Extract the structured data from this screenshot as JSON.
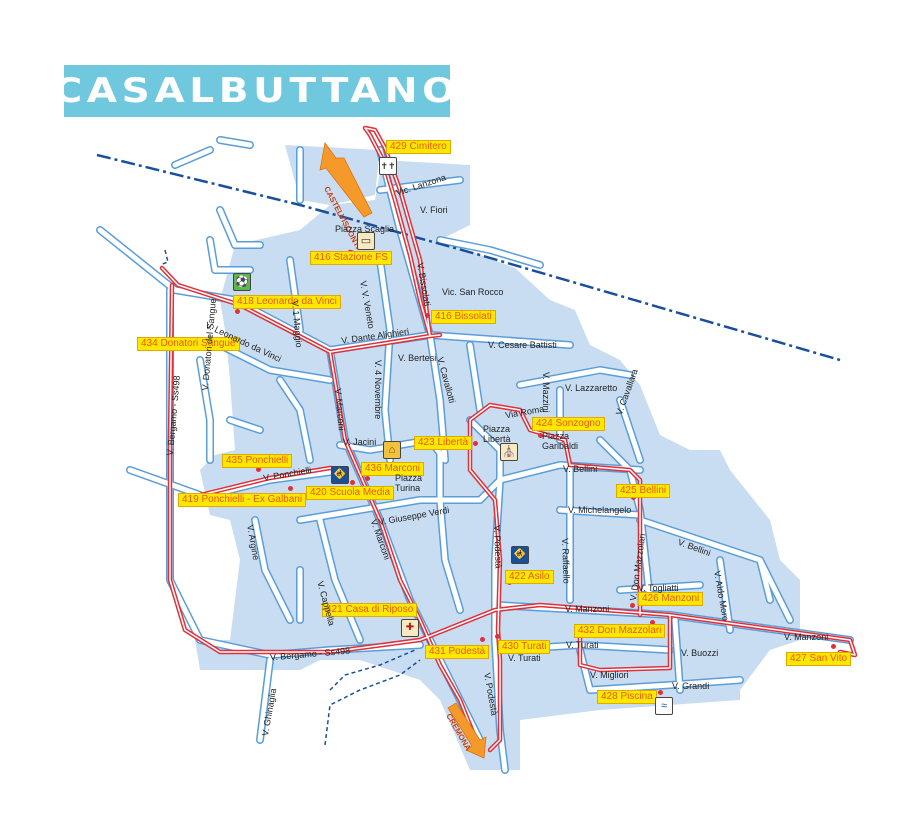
{
  "title": "CASALBUTTANO",
  "stops": [
    {
      "id": "s429",
      "label": "429 Cimitero"
    },
    {
      "id": "s416a",
      "label": "416 Stazione FS"
    },
    {
      "id": "s418",
      "label": "418 Leonardo da Vinci"
    },
    {
      "id": "s416b",
      "label": "416 Bissolati"
    },
    {
      "id": "s434",
      "label": "434 Donatori Sangue"
    },
    {
      "id": "s424",
      "label": "424 Sonzogno"
    },
    {
      "id": "s423",
      "label": "423 Libertà"
    },
    {
      "id": "s435",
      "label": "435 Ponchielli"
    },
    {
      "id": "s436",
      "label": "436 Marconi"
    },
    {
      "id": "s420",
      "label": "420 Scuola Media"
    },
    {
      "id": "s419",
      "label": "419 Ponchielli - Ex Galbani"
    },
    {
      "id": "s425",
      "label": "425 Bellini"
    },
    {
      "id": "s422",
      "label": "422 Asilo"
    },
    {
      "id": "s426",
      "label": "426 Manzoni"
    },
    {
      "id": "s421",
      "label": "421 Casa di Riposo"
    },
    {
      "id": "s432",
      "label": "432 Don Mazzolari"
    },
    {
      "id": "s430",
      "label": "430 Turati"
    },
    {
      "id": "s431",
      "label": "431 Podestà"
    },
    {
      "id": "s427",
      "label": "427 San Vito"
    },
    {
      "id": "s428",
      "label": "428 Piscina"
    }
  ],
  "streets": [
    {
      "id": "lanzona",
      "label": "Vic. Lanzona"
    },
    {
      "id": "fiori",
      "label": "V. Fiori"
    },
    {
      "id": "scaglia",
      "label": "Piazza Scaglia"
    },
    {
      "id": "sanrocco",
      "label": "Vic. San Rocco"
    },
    {
      "id": "vveneto",
      "label": "V. V. Veneto"
    },
    {
      "id": "bissolati",
      "label": "V. Bissolati"
    },
    {
      "id": "maggio",
      "label": "V. 1 Maggio"
    },
    {
      "id": "davinci",
      "label": "V. Leonardo da Vinci"
    },
    {
      "id": "dante",
      "label": "V. Dante Alighieri"
    },
    {
      "id": "battisti",
      "label": "V. Cesare Battisti"
    },
    {
      "id": "bertesi",
      "label": "V. Bertesi"
    },
    {
      "id": "novembre",
      "label": "V. 4 Novembre"
    },
    {
      "id": "cavallotti",
      "label": "V. Cavallotti"
    },
    {
      "id": "lazzaretto",
      "label": "V. Lazzaretto"
    },
    {
      "id": "mazzini",
      "label": "V. Mazzini"
    },
    {
      "id": "viaroma",
      "label": "Via Roma"
    },
    {
      "id": "pzliberta",
      "label": "Piazza Libertà"
    },
    {
      "id": "pzgaribaldi",
      "label": "Piazza Garibaldi"
    },
    {
      "id": "cavallara",
      "label": "V. Cavallara"
    },
    {
      "id": "marconi1",
      "label": "V. Marconi"
    },
    {
      "id": "jacini",
      "label": "V. Jacini"
    },
    {
      "id": "donatori",
      "label": "V. Donatori del Sangue"
    },
    {
      "id": "ponchielli",
      "label": "V. Ponchielli"
    },
    {
      "id": "pzturina",
      "label": "Piazza Turina"
    },
    {
      "id": "bellini1",
      "label": "V. Bellini"
    },
    {
      "id": "bergamo1",
      "label": "V. Bergamo - Ss498"
    },
    {
      "id": "verdi",
      "label": "V. Giuseppe Verdi"
    },
    {
      "id": "marconi2",
      "label": "V. Marconi"
    },
    {
      "id": "michelangelo",
      "label": "V. Michelangelo"
    },
    {
      "id": "argine",
      "label": "V. Argine"
    },
    {
      "id": "bellini2",
      "label": "V. Bellini"
    },
    {
      "id": "podesta1",
      "label": "V. Podestà"
    },
    {
      "id": "raffaello",
      "label": "V. Raffaello"
    },
    {
      "id": "domazzolari",
      "label": "V. Don Mazzolari"
    },
    {
      "id": "aldomoro",
      "label": "V. Aldo Moro"
    },
    {
      "id": "togliatti",
      "label": "V. Togliatti"
    },
    {
      "id": "cappella",
      "label": "V. Cappella"
    },
    {
      "id": "manzoni1",
      "label": "V. Manzoni"
    },
    {
      "id": "manzoni2",
      "label": "V. Manzoni"
    },
    {
      "id": "turati1",
      "label": "V. Turati"
    },
    {
      "id": "turati2",
      "label": "V. Turati"
    },
    {
      "id": "buozzi",
      "label": "V. Buozzi"
    },
    {
      "id": "bergamo2",
      "label": "V. Bergamo - Ss498"
    },
    {
      "id": "migliori",
      "label": "V. Migliori"
    },
    {
      "id": "grandi",
      "label": "V. Grandi"
    },
    {
      "id": "podesta2",
      "label": "V. Podestà"
    },
    {
      "id": "ghinaglia",
      "label": "V. Ghinaglia"
    }
  ],
  "directions": [
    {
      "id": "castelvisconti",
      "label": "CASTELVISCONTI"
    },
    {
      "id": "cremona",
      "label": "CREMONA"
    }
  ],
  "colors": {
    "title_bg": "#6fc8dd",
    "urban_area": "#c9ddf2",
    "road_fill": "#ffffff",
    "road_edge": "#5a9ed8",
    "bus_route": "#e0303a",
    "railway": "#1a4f9c",
    "stop_label_bg": "#ffe800",
    "stop_label_text": "#e85a10",
    "direction_arrow": "#f59a2a"
  },
  "icons": [
    {
      "id": "cemetery",
      "name": "cemetery-icon"
    },
    {
      "id": "sport",
      "name": "soccer-field-icon"
    },
    {
      "id": "station",
      "name": "train-station-icon"
    },
    {
      "id": "town-hall",
      "name": "town-hall-icon"
    },
    {
      "id": "church",
      "name": "church-icon"
    },
    {
      "id": "school1",
      "name": "school-icon"
    },
    {
      "id": "school2",
      "name": "school-icon"
    },
    {
      "id": "hospital",
      "name": "care-home-icon"
    },
    {
      "id": "pool",
      "name": "swimming-pool-icon"
    }
  ]
}
